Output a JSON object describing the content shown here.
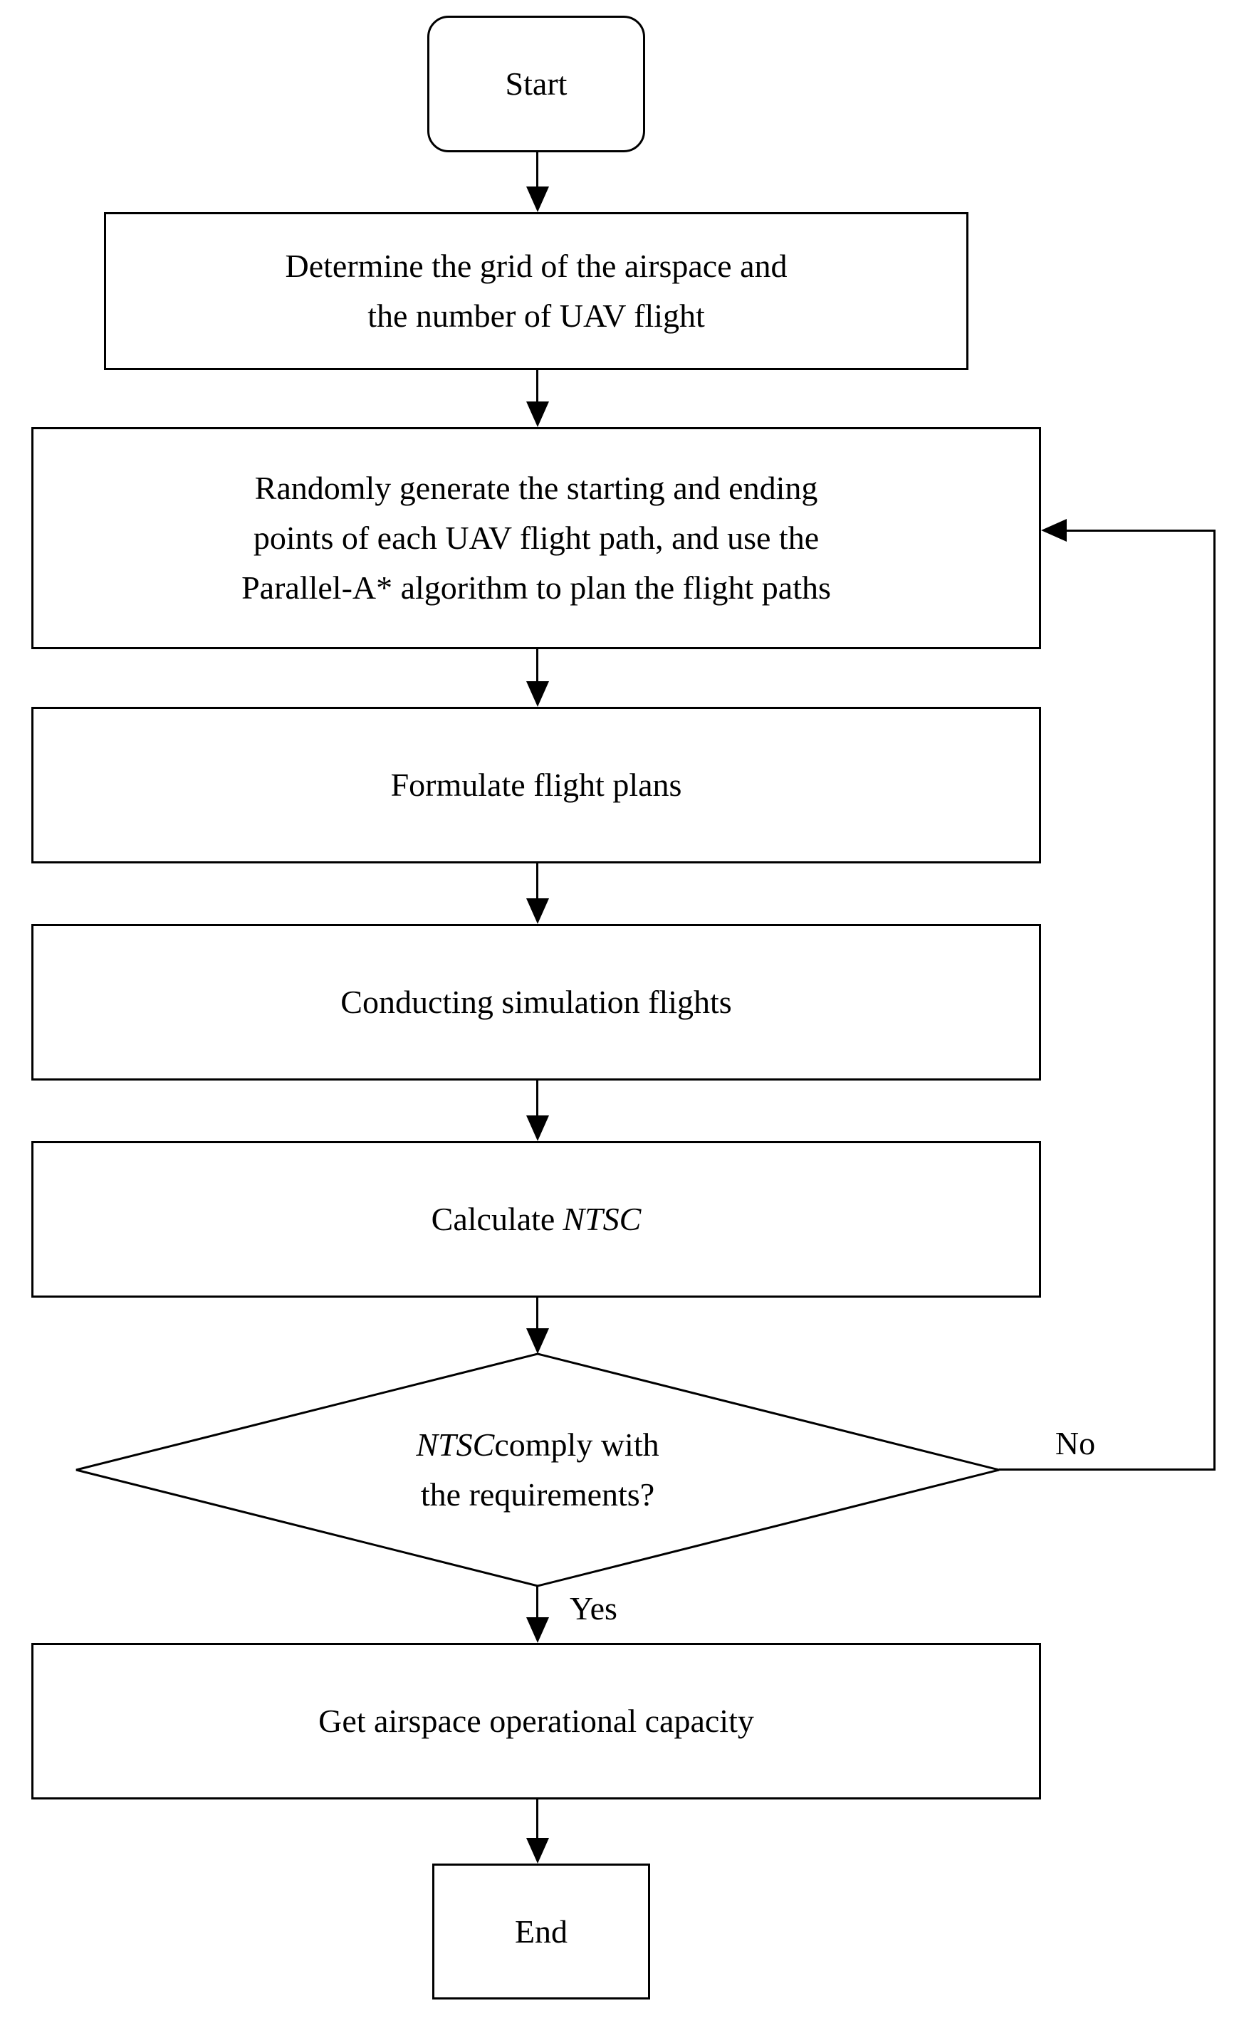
{
  "figure": {
    "background_color": "#ffffff",
    "line_color": "#000000",
    "type": "flowchart"
  },
  "nodes": {
    "start": {
      "label": "Start",
      "shape": "rounded-terminator"
    },
    "determine": {
      "line1": "Determine the grid of the airspace and",
      "line2": "the number of  UAV flight",
      "shape": "process"
    },
    "generate": {
      "line1": "Randomly generate the starting and ending",
      "line2": "points of each UAV flight path, and use the",
      "line3": "Parallel-A* algorithm to plan the flight paths",
      "shape": "process"
    },
    "formulate": {
      "label": "Formulate flight plans",
      "shape": "process"
    },
    "simulate": {
      "label": "Conducting simulation flights",
      "shape": "process"
    },
    "calculate": {
      "prefix": "Calculate",
      "italic": "NTSC",
      "shape": "process"
    },
    "decision": {
      "italic": "NTSC",
      "line1_rest": "comply with",
      "line2": "the requirements?",
      "shape": "decision"
    },
    "capacity": {
      "label": "Get airspace operational capacity",
      "shape": "process"
    },
    "end": {
      "label": "End",
      "shape": "terminator"
    }
  },
  "edges": {
    "yes_label": "Yes",
    "no_label": "No"
  }
}
